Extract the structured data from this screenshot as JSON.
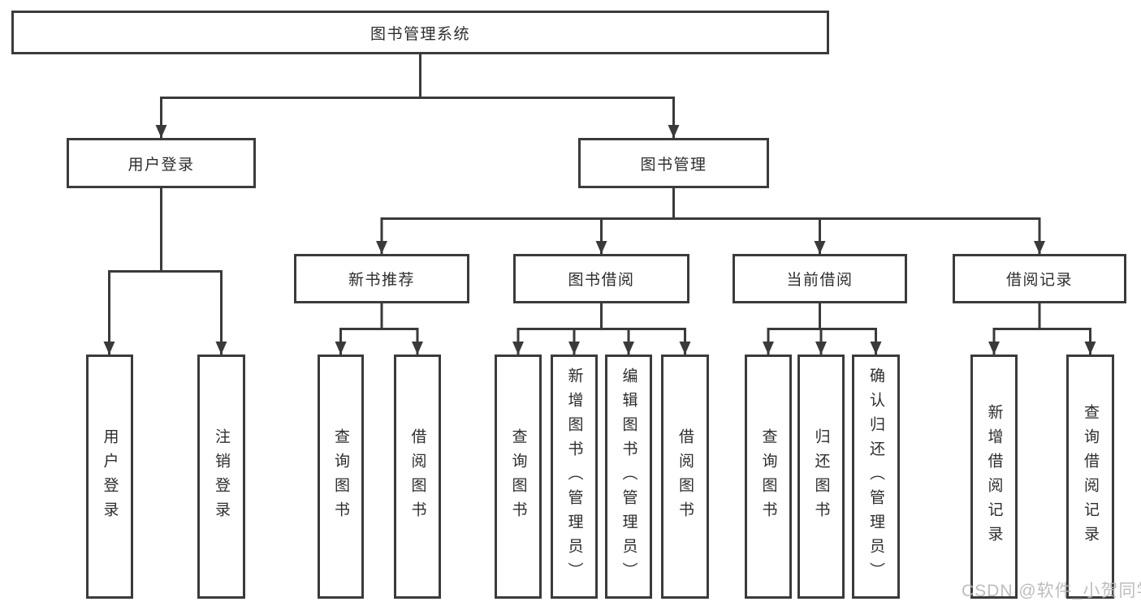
{
  "diagram": {
    "tree": {
      "label": "图书管理系统",
      "children": [
        {
          "label": "用户登录",
          "children": [
            {
              "label": "用户登录"
            },
            {
              "label": "注销登录"
            }
          ]
        },
        {
          "label": "图书管理",
          "children": [
            {
              "label": "新书推荐",
              "children": [
                {
                  "label": "查询图书"
                },
                {
                  "label": "借阅图书"
                }
              ]
            },
            {
              "label": "图书借阅",
              "children": [
                {
                  "label": "查询图书"
                },
                {
                  "label": "新增图书（管理员）"
                },
                {
                  "label": "编辑图书（管理员）"
                },
                {
                  "label": "借阅图书"
                }
              ]
            },
            {
              "label": "当前借阅",
              "children": [
                {
                  "label": "查询图书"
                },
                {
                  "label": "归还图书"
                },
                {
                  "label": "确认归还（管理员）"
                }
              ]
            },
            {
              "label": "借阅记录",
              "children": [
                {
                  "label": "新增借阅记录"
                },
                {
                  "label": "查询借阅记录"
                }
              ]
            }
          ]
        }
      ]
    }
  },
  "watermark": {
    "text": "CSDN @软件_小贺同学"
  },
  "colors": {
    "background": "#ffffff",
    "line": "#3a3a3a",
    "node_border": "#3b3b3b",
    "node_fill": "#ffffff",
    "text": "#2d2d2d",
    "watermark": "#b8b8b8"
  }
}
